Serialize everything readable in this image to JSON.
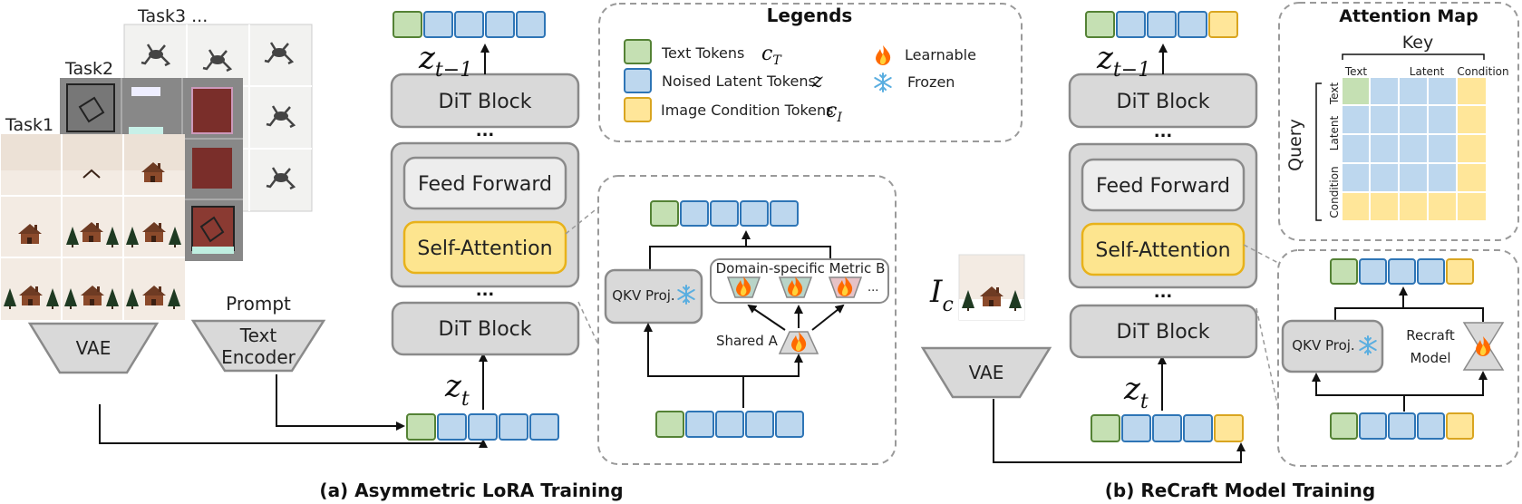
{
  "colors": {
    "text_token": "#c5e0b3",
    "latent_token": "#bdd7ee",
    "condition_token": "#ffe699",
    "block_gray": "#d9d9d9",
    "self_attention": "#fde58f"
  },
  "left": {
    "task_labels": [
      "Task1",
      "Task2",
      "Task3 ..."
    ],
    "vae": "VAE",
    "prompt": "Prompt",
    "text_encoder_l1": "Text",
    "text_encoder_l2": "Encoder",
    "z_t": "z",
    "z_t_sub": "t",
    "z_prev": "z",
    "z_prev_sub": "t−1",
    "dit_top": "DiT Block",
    "dit_bottom": "DiT Block",
    "dots": "...",
    "feed_forward": "Feed Forward",
    "self_attention": "Self-Attention",
    "qkv": "QKV Proj.",
    "domain_metric": "Domain-specific Metric B",
    "shared_a": "Shared A",
    "ellipsis": "..."
  },
  "legends": {
    "title": "Legends",
    "text_tokens": "Text Tokens",
    "text_sym": "c",
    "text_sub": "T",
    "noised": "Noised Latent Tokens",
    "noised_sym": "z",
    "image_cond": "Image Condition Tokens",
    "image_sym": "c",
    "image_sub": "I",
    "learnable": "Learnable",
    "frozen": "Frozen"
  },
  "right": {
    "vae": "VAE",
    "ic": "I",
    "ic_sub": "c",
    "z_t": "z",
    "z_t_sub": "t",
    "z_prev": "z",
    "z_prev_sub": "t−1",
    "dit_top": "DiT Block",
    "dit_bottom": "DiT Block",
    "dots": "...",
    "feed_forward": "Feed Forward",
    "self_attention": "Self-Attention",
    "qkv": "QKV Proj.",
    "recraft_l1": "Recraft",
    "recraft_l2": "Model"
  },
  "attention_map": {
    "title": "Attention Map",
    "key": "Key",
    "query": "Query",
    "col_labels": [
      "Text",
      "Latent",
      "Condition"
    ],
    "row_labels": [
      "Text",
      "Latent",
      "Condition"
    ]
  },
  "captions": {
    "a": "(a) Asymmetric LoRA Training",
    "b": "(b) ReCraft Model Training"
  }
}
